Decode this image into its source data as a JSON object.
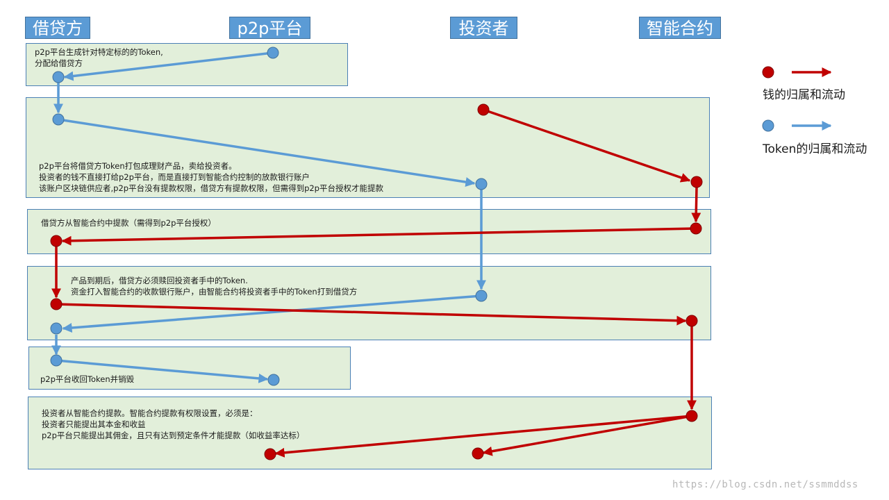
{
  "headers": {
    "borrower": "借贷方",
    "platform": "p2p平台",
    "investor": "投资者",
    "contract": "智能合约"
  },
  "notes": {
    "step1": "p2p平台生成针对特定标的的Token,\n分配给借贷方",
    "step2": "p2p平台将借贷方Token打包成理财产品，卖给投资者。\n投资者的钱不直接打给p2p平台，而是直接打到智能合约控制的放款银行账户\n该账户区块链供应者,p2p平台没有提款权限，借贷方有提款权限，但需得到p2p平台授权才能提款",
    "step3": "借贷方从智能合约中提款（需得到p2p平台授权）",
    "step4": "产品到期后，借贷方必须赎回投资者手中的Token.\n资金打入智能合约的收款银行账户，由智能合约将投资者手中的Token打到借贷方",
    "step5": "p2p平台收回Token并销毁",
    "step6": "投资者从智能合约提款。智能合约提款有权限设置，必须是：\n投资者只能提出其本金和收益\np2p平台只能提出其佣金，且只有达到预定条件才能提款（如收益率达标）"
  },
  "legend": {
    "money_label": "钱的归属和流动",
    "token_label": "Token的归属和流动"
  },
  "colors": {
    "money": "#c00000",
    "token": "#5b9bd5",
    "lane_fill": "#e2efda",
    "header_fill": "#5b9bd5"
  },
  "watermark": "https://blog.csdn.net/ssmmddss"
}
